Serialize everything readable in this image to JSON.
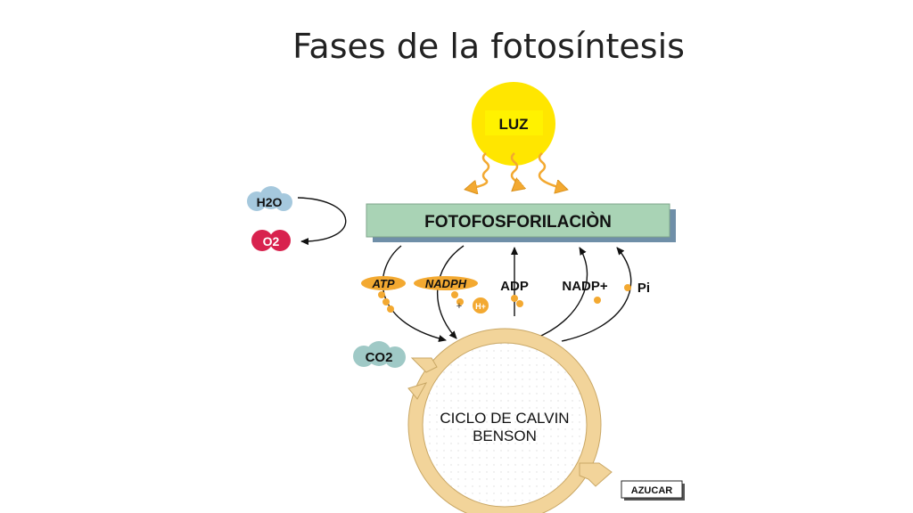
{
  "title": "Fases de la fotosíntesis",
  "diagram": {
    "sun": {
      "label": "LUZ"
    },
    "phase_bar": {
      "label": "FOTOFOSFORILACIÒN"
    },
    "inputs": {
      "water": "H2O",
      "oxygen": "O2",
      "co2": "CO2"
    },
    "molecules": {
      "atp": "ATP",
      "nadph": "NADPH",
      "h_plus": "H+",
      "plus_sign": "+",
      "adp": "ADP",
      "nadp_plus": "NADP+",
      "pi": "Pi"
    },
    "cycle": {
      "line1": "CICLO DE CALVIN",
      "line2": "BENSON"
    },
    "output": {
      "sugar": "AZUCAR"
    }
  },
  "colors": {
    "sun": "#FFE600",
    "sun_label_bg": "#FFF200",
    "bar_fill": "#A9D3B5",
    "bar_shadow": "#6F8FA8",
    "cycle_ring": "#F2D49A",
    "cycle_outline": "#C9A765",
    "molecule_orange": "#F3A931",
    "water_blue": "#A5C8DD",
    "oxygen_red": "#D8224E",
    "co2_teal": "#9FC9C6"
  }
}
